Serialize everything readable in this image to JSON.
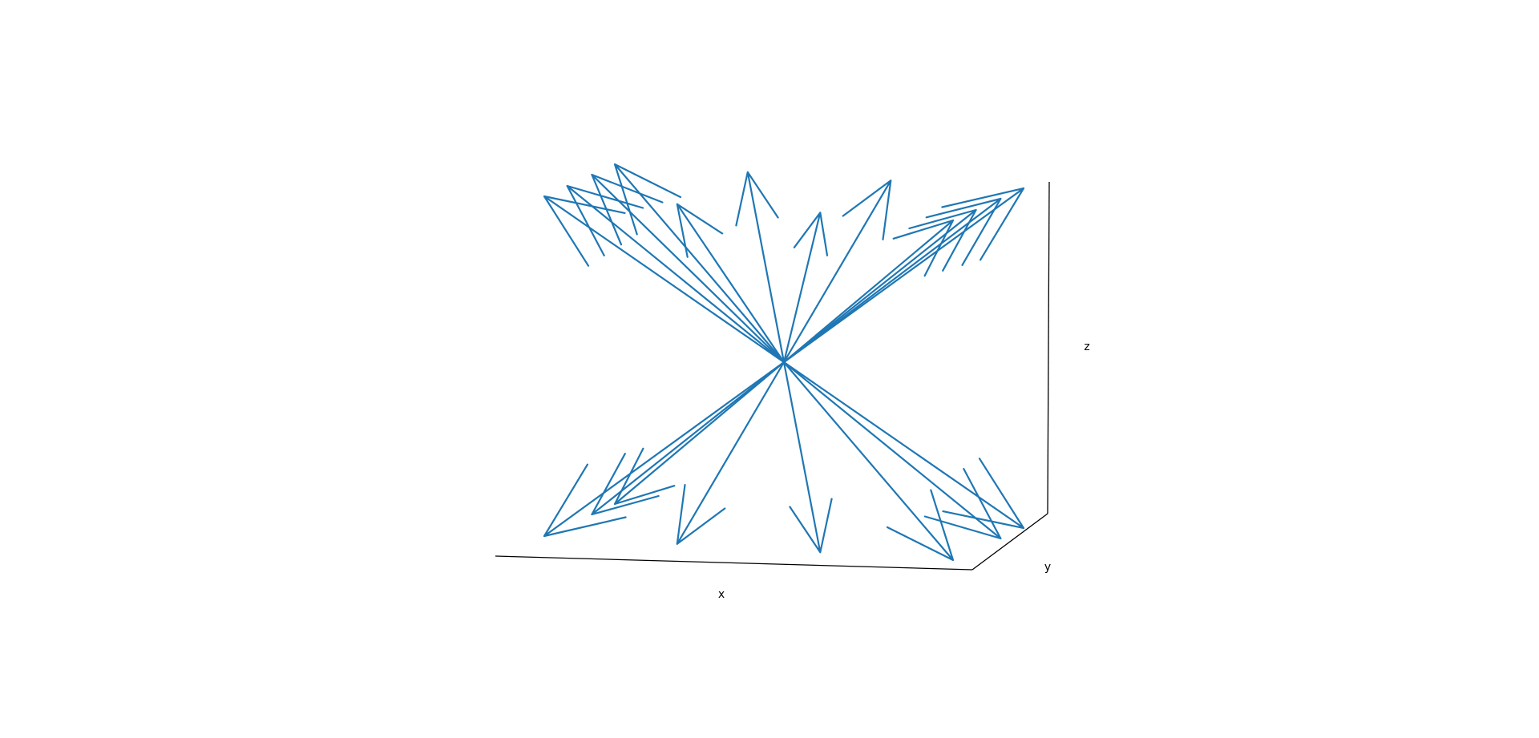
{
  "chart_data": {
    "type": "quiver3d",
    "xlabel": "x",
    "ylabel": "y",
    "zlabel": "z",
    "color": "#1f77b4",
    "grid": false,
    "tick_labels": false,
    "pane_background": "none",
    "origin": [
      0,
      0,
      0
    ],
    "vectors": [
      [
        1,
        1,
        1
      ],
      [
        1,
        1,
        -1
      ],
      [
        1,
        -1,
        1
      ],
      [
        1,
        -1,
        -1
      ],
      [
        -1,
        1,
        1
      ],
      [
        -1,
        1,
        -1
      ],
      [
        -1,
        -1,
        1
      ],
      [
        -1,
        -1,
        -1
      ],
      [
        0.35,
        1,
        1
      ],
      [
        -0.35,
        1,
        1
      ],
      [
        0.35,
        -1,
        1
      ],
      [
        -0.35,
        -1,
        1
      ],
      [
        1,
        0.35,
        1
      ],
      [
        -1,
        0.35,
        1
      ],
      [
        1,
        -0.35,
        1
      ],
      [
        -1,
        -0.35,
        1
      ],
      [
        0.35,
        -1,
        -1
      ],
      [
        -0.35,
        -1,
        -1
      ],
      [
        1,
        0.35,
        -1
      ],
      [
        -1,
        0.35,
        -1
      ]
    ]
  }
}
